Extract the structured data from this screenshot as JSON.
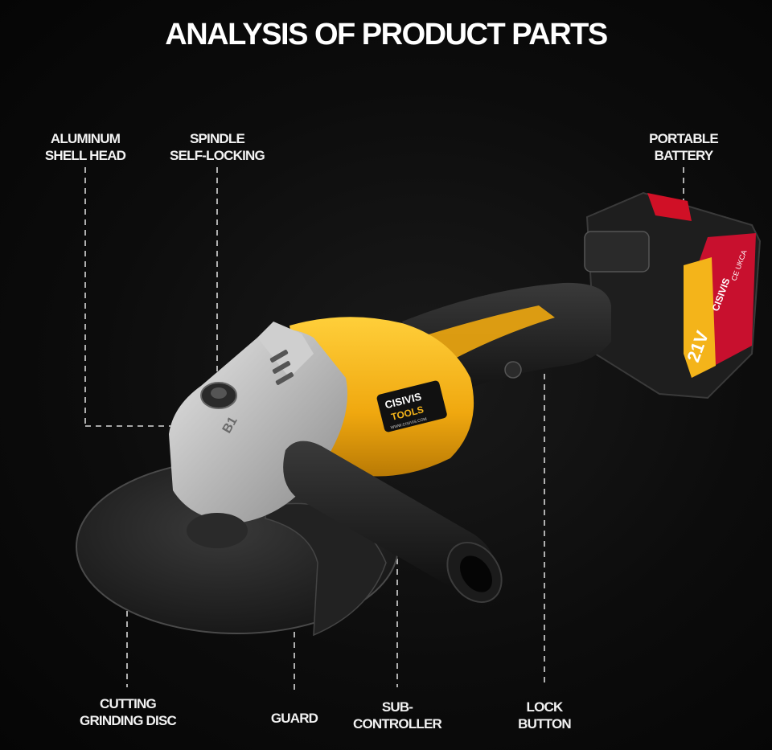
{
  "title": "ANALYSIS OF PRODUCT PARTS",
  "labels": {
    "aluminum": [
      "ALUMINUM",
      "SHELL HEAD"
    ],
    "spindle": [
      "SPINDLE",
      "SELF-LOCKING"
    ],
    "battery": [
      "PORTABLE",
      "BATTERY"
    ],
    "disc": [
      "CUTTING",
      "GRINDING DISC"
    ],
    "guard": [
      "GUARD"
    ],
    "subcontroller": [
      "SUB-",
      "CONTROLLER"
    ],
    "lock": [
      "LOCK",
      "BUTTON"
    ]
  },
  "product_text": {
    "brand_top": "CISIVIS",
    "brand_bottom": "TOOLS",
    "website": "WWW.CISIVIS.COM",
    "battery_brand": "CISIVIS",
    "voltage": "21V",
    "cert": "CE UKCA",
    "casting": "B1"
  },
  "colors": {
    "background": "#0c0c0c",
    "body_yellow": "#f4b41a",
    "rubber_black": "#1d1d1d",
    "metal_grey": "#b9b9b9",
    "accent_red": "#c8102e"
  }
}
